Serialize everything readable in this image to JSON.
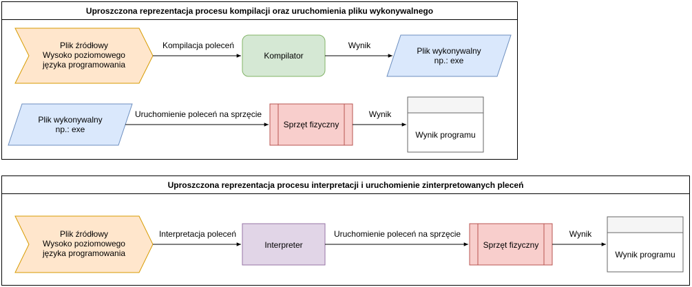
{
  "colors": {
    "source_fill": "#ffe6cc",
    "source_stroke": "#d79b00",
    "compiler_fill": "#d5e8d4",
    "compiler_stroke": "#82b366",
    "exe_fill": "#dae8fc",
    "exe_stroke": "#6c8ebf",
    "hardware_fill": "#f8cecc",
    "hardware_stroke": "#b85450",
    "interpreter_fill": "#e1d5e7",
    "interpreter_stroke": "#9673a6",
    "output_header_fill": "#f5f5f5",
    "output_stroke": "#666666"
  },
  "panel1": {
    "title": "Uproszczona reprezentacja procesu kompilacji oraz uruchomienia pliku wykonywalnego",
    "source_file": [
      "Plik źródłowy",
      "Wysoko poziomowego",
      "języka programowania"
    ],
    "edge_compile": "Kompilacja poleceń",
    "compiler": "Kompilator",
    "edge_result_1": "Wynik",
    "exe_output": [
      "Plik wykonywalny",
      "np.: exe"
    ],
    "exe_input": [
      "Plik wykonywalny",
      "np.: exe"
    ],
    "edge_run": "Uruchomienie poleceń na sprzęcie",
    "hardware": "Sprzęt fizyczny",
    "edge_result_2": "Wynik",
    "program_output": "Wynik programu"
  },
  "panel2": {
    "title": "Uproszczona reprezentacja procesu interpretacji i uruchomienie zinterpretowanych pleceń",
    "source_file": [
      "Plik źródłowy",
      "Wysoko poziomowego",
      "języka programowania"
    ],
    "edge_interpret": "Interpretacja poleceń",
    "interpreter": "Interpreter",
    "edge_run": "Uruchomienie poleceń na sprzęcie",
    "hardware": "Sprzęt fizyczny",
    "edge_result": "Wynik",
    "program_output": "Wynik programu"
  }
}
